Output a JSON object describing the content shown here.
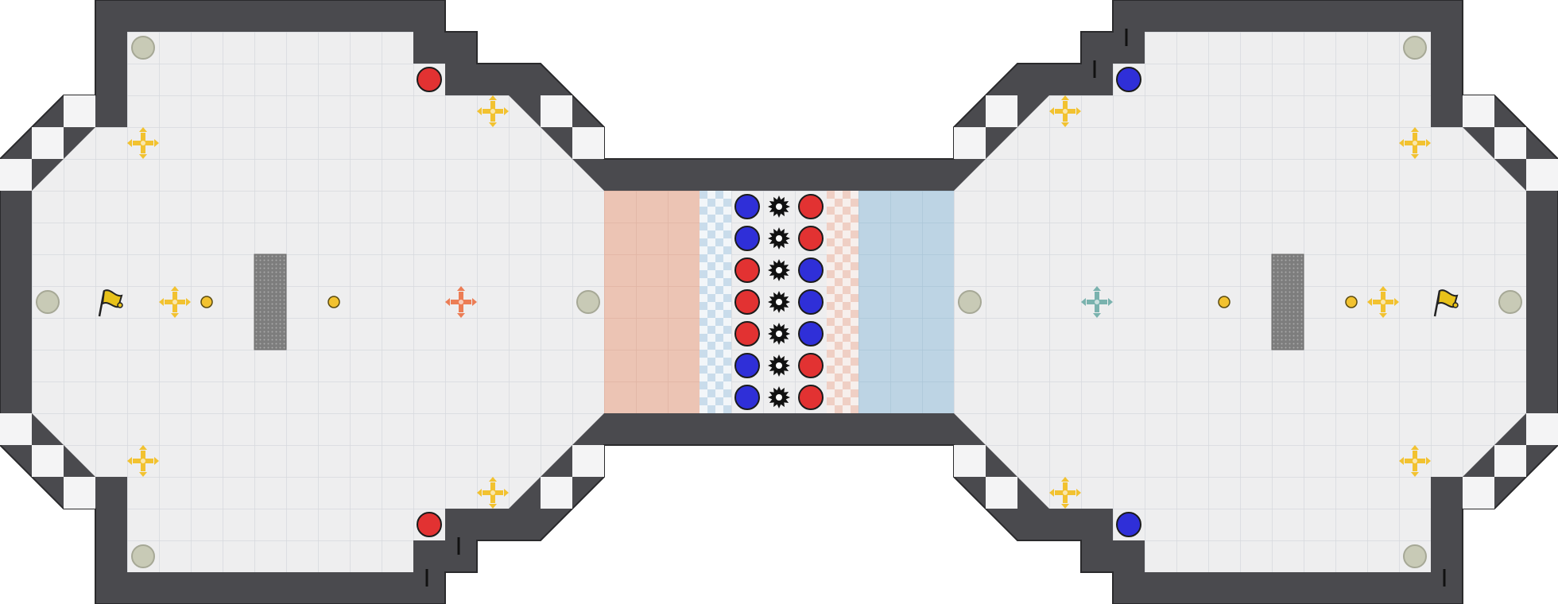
{
  "game": {
    "grid_cell_units": 40,
    "colors": {
      "background": "#ffffff",
      "floor": "#eeeeef",
      "grid_line": "#d7d9dd",
      "wall": "#4a4a4e",
      "wall_edge": "#2a2a2c",
      "red_team": "#e23232",
      "blue_team": "#2f2fd8",
      "red_zone": "#ecc4b4",
      "blue_zone": "#bdd4e4",
      "spike": "#111111",
      "powerup": "#f2c230",
      "boost_red": "#ec7d55",
      "boost_neutral": "#7ab2ae",
      "bomb": "#c8cab6",
      "gate": "#8a8a8a",
      "flag": "#e8c21a"
    },
    "icons": [
      "flag-icon",
      "spike-icon",
      "powerup-icon",
      "boost-icon",
      "bomb-icon",
      "gate-icon"
    ],
    "middle_column_balls": {
      "left_column": [
        "blue",
        "blue",
        "red",
        "red",
        "red",
        "blue",
        "blue"
      ],
      "right_column": [
        "red",
        "red",
        "blue",
        "blue",
        "blue",
        "red",
        "red"
      ]
    },
    "corner_balls": {
      "left_base": [
        "red",
        "red"
      ],
      "right_base": [
        "blue",
        "blue"
      ]
    },
    "flags": {
      "left": "flag",
      "right": "flag"
    }
  }
}
